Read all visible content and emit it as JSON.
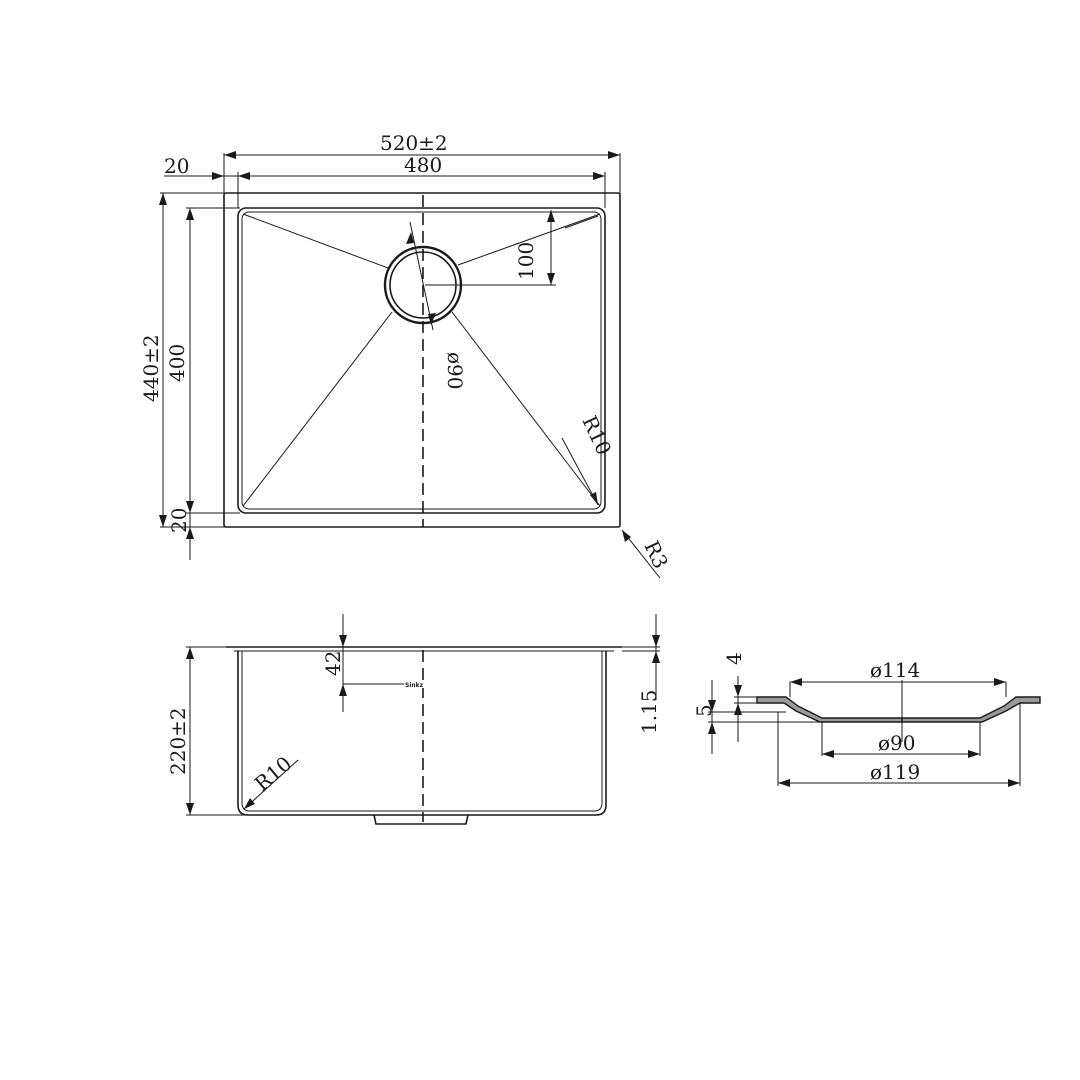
{
  "top_view": {
    "overall_width": "520±2",
    "inner_width": "480",
    "flange_left": "20",
    "overall_depth": "440±2",
    "inner_depth": "400",
    "flange_bottom": "20",
    "drain_offset": "100",
    "drain_diameter": "ø90",
    "inner_radius": "R10",
    "outer_radius": "R3"
  },
  "front_view": {
    "drain_depth": "42",
    "height": "220±2",
    "thickness": "1.15",
    "inner_radius": "R10",
    "brand_mark": "Sinkz"
  },
  "drain_detail": {
    "top_diameter": "ø114",
    "inner_diameter": "ø90",
    "outer_diameter": "ø119",
    "flange_height": "4",
    "step_height": "5"
  }
}
